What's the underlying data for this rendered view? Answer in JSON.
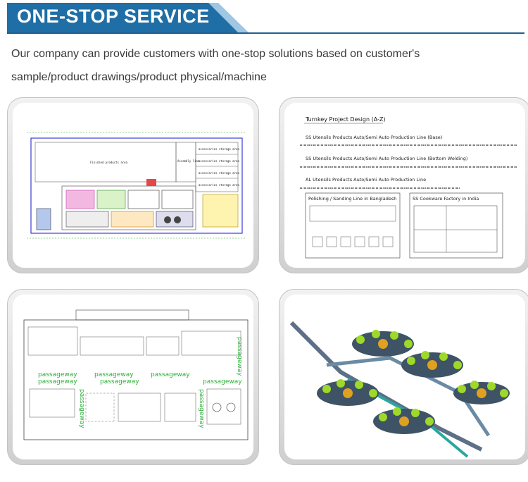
{
  "header": {
    "title": "ONE-STOP SERVICE",
    "banner_color": "#1f6fa6",
    "accent_color": "#9fc6e3"
  },
  "intro": {
    "line1": "Our company can provide customers with one-stop solutions based on customer's",
    "line2": "sample/product drawings/product physical/machine"
  },
  "panels": {
    "factory_layout": {
      "finished_area": "Finished products area",
      "assembly": "Assembly line",
      "storage_1": "accessories storage area",
      "storage_2": "accessories storage area",
      "storage_3": "accessories storage area",
      "storage_4": "accessories storage area"
    },
    "turnkey": {
      "title": "Turnkey Project Design (A-Z)",
      "line1": "SS Utensils Products Auto/Semi Auto Production Line (Base)",
      "line2": "SS Utensils Products Auto/Semi Auto Production Line (Bottom Welding)",
      "line3": "AL Utensils Products Auto/Semi Auto Production Line",
      "box1": "Polishing / Sanding Line in Bangladesh",
      "box2": "SS Cookware Factory in India"
    },
    "passageway_layout": {
      "label_1": "passageway",
      "label_2": "passageway",
      "label_3": "passageway",
      "label_4": "passageway",
      "label_5": "passageway",
      "label_6": "passageway",
      "vertical_1": "passageway",
      "vertical_2": "passageway",
      "vertical_3": "passageway"
    },
    "render_3d": {}
  }
}
